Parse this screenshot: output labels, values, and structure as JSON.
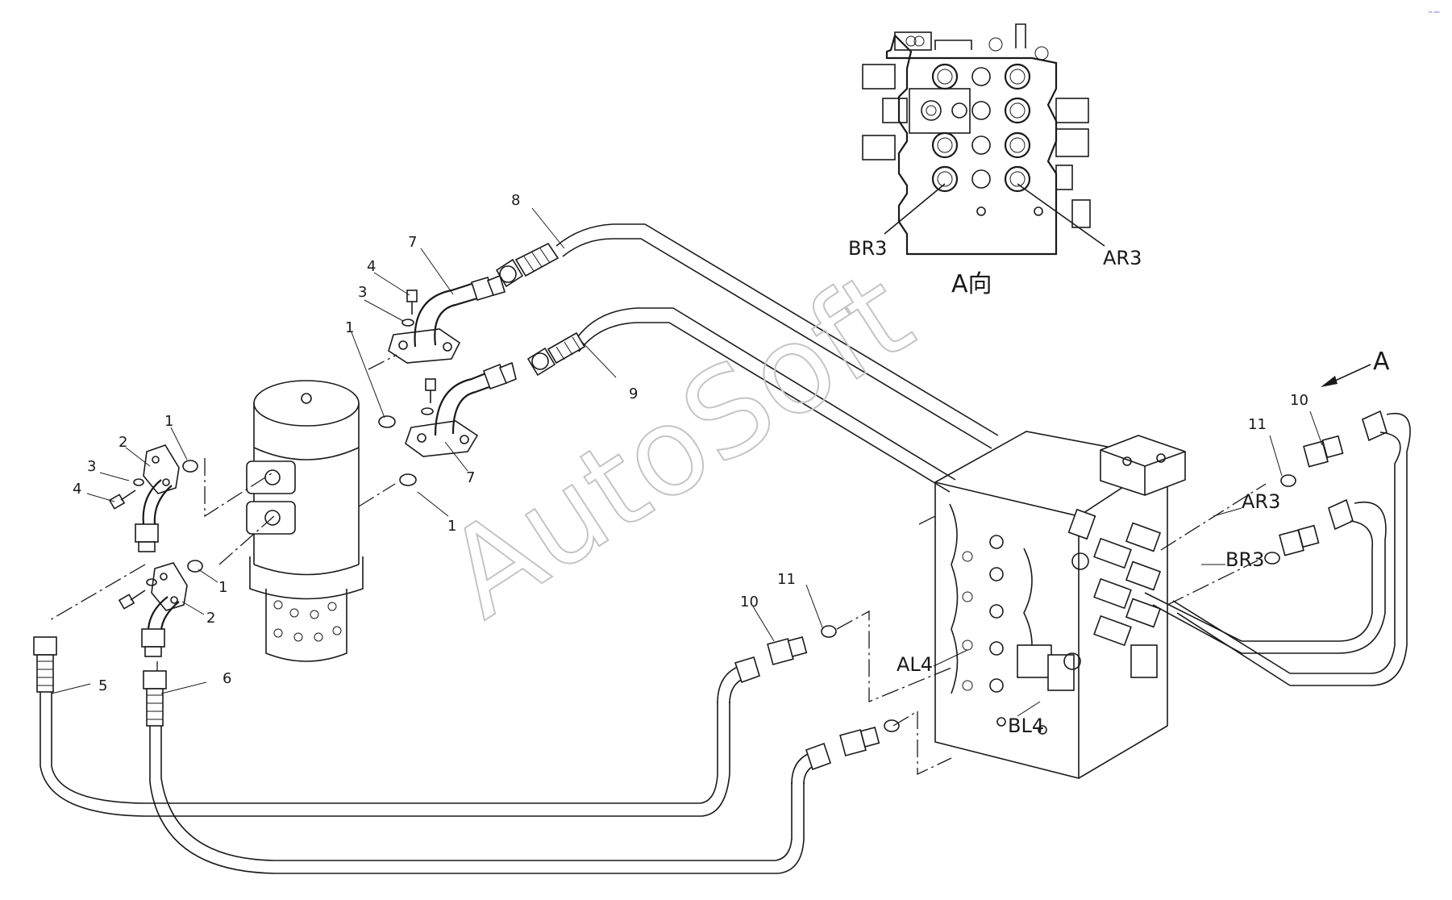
{
  "part_labels": {
    "p1a": "1",
    "p1b": "1",
    "p1c": "1",
    "p1d": "1",
    "p2a": "2",
    "p2b": "2",
    "p3a": "3",
    "p3b": "3",
    "p4a": "4",
    "p4b": "4",
    "p5": "5",
    "p6": "6",
    "p7a": "7",
    "p7b": "7",
    "p8": "8",
    "p9": "9",
    "p10a": "10",
    "p10b": "10",
    "p11a": "11",
    "p11b": "11"
  },
  "port_labels": {
    "br3_view": "BR3",
    "ar3_view": "AR3",
    "ar3_main": "AR3",
    "br3_main": "BR3",
    "al4": "AL4",
    "bl4": "BL4"
  },
  "view": {
    "direction_letter": "A",
    "detail_caption": "A向"
  },
  "watermark": "AutoSoft",
  "corner_mark": "⁰ˢ ᵃᵘᵒ"
}
